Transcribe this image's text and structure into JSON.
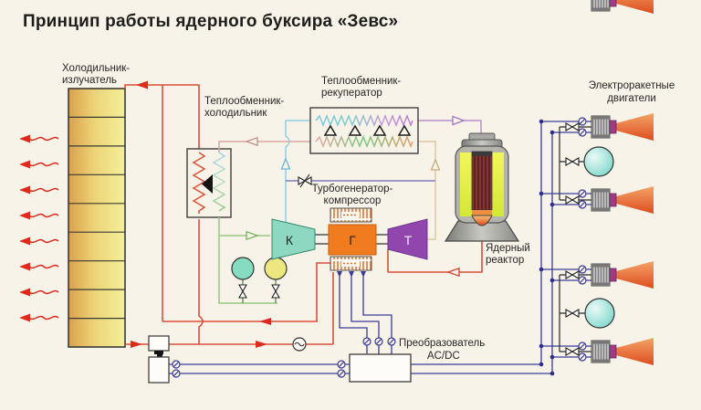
{
  "title": "Принцип работы ядерного буксира «Зевс»",
  "labels": {
    "radiator_l1": "Холодильник-",
    "radiator_l2": "излучатель",
    "cooler_l1": "Теплообменник-",
    "cooler_l2": "холодильник",
    "recuperator_l1": "Теплообменник-",
    "recuperator_l2": "рекуператор",
    "turbo_l1": "Турбогенератор-",
    "turbo_l2": "компрессор",
    "compressor": "К",
    "generator": "Г",
    "turbine": "Т",
    "reactor_l1": "Ядерный",
    "reactor_l2": "реактор",
    "engines_l1": "Электроракетные",
    "engines_l2": "двигатели",
    "converter_l1": "Преобразователь",
    "converter_l2": "AC/DC"
  },
  "colors": {
    "background": "#f8f3e9",
    "coolant_red": "#d9503a",
    "heat_arrow_red": "#de2b1c",
    "gas_cold_blue": "#92cfe6",
    "gas_hot_purple": "#b88fcf",
    "gas_exhaust_beige": "#dcc7a2",
    "gas_return_pink": "#d8a8a2",
    "gas_cooled_green": "#98c97e",
    "electric_navy": "#3b3b9a",
    "compressor_teal": "#8ed7c0",
    "generator_orange": "#f17b1f",
    "turbine_purple": "#9146ae",
    "radiator_yellow": "#f2ec8e",
    "plume_orange": "#e0501f"
  }
}
